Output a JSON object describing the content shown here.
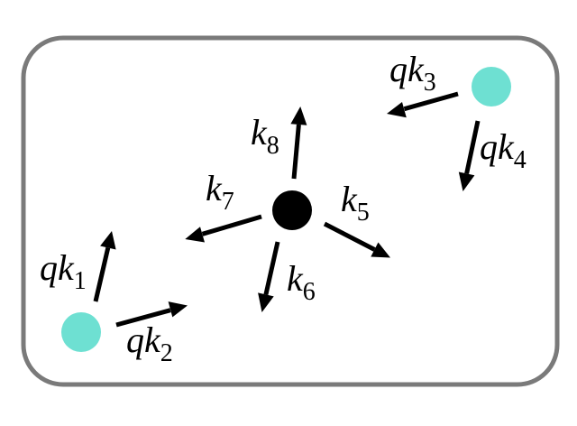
{
  "colors": {
    "frame": "#7a7a7a",
    "background": "#ffffff",
    "particle_teal": "#6ee0d2",
    "particle_black": "#000000",
    "arrow": "#000000"
  },
  "particles": {
    "teal_left": {
      "color": "#6ee0d2"
    },
    "teal_right": {
      "color": "#6ee0d2"
    },
    "center": {
      "color": "#000000"
    }
  },
  "labels": {
    "qk1": {
      "var": "qk",
      "sub": "1"
    },
    "qk2": {
      "var": "qk",
      "sub": "2"
    },
    "qk3": {
      "var": "qk",
      "sub": "3"
    },
    "qk4": {
      "var": "qk",
      "sub": "4"
    },
    "k5": {
      "var": "k",
      "sub": "5"
    },
    "k6": {
      "var": "k",
      "sub": "6"
    },
    "k7": {
      "var": "k",
      "sub": "7"
    },
    "k8": {
      "var": "k",
      "sub": "8"
    }
  }
}
